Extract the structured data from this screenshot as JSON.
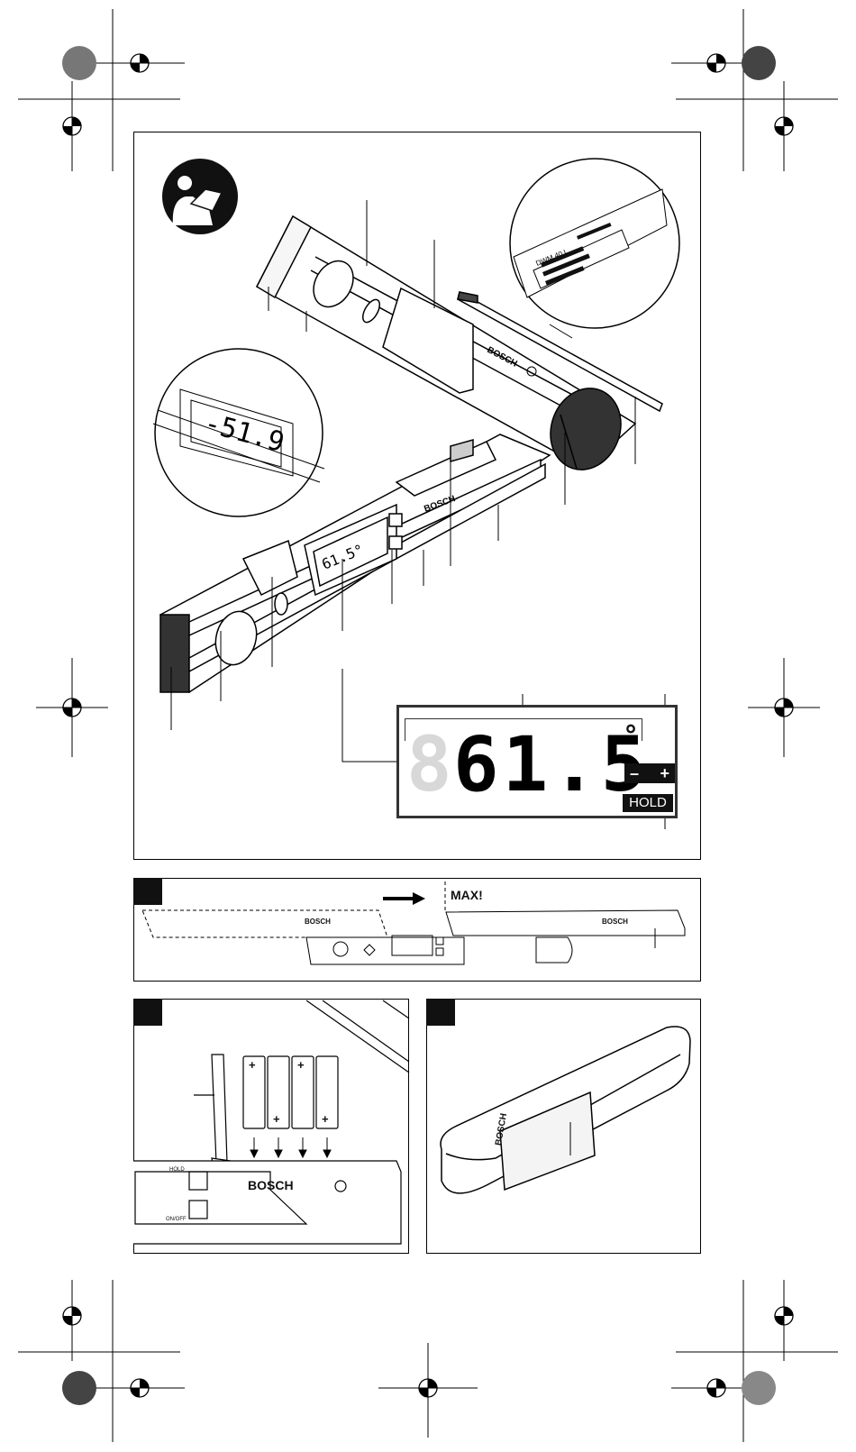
{
  "main_figure": {
    "display_closeup_reading": "-51.9",
    "tool_display_reading": "61.5°",
    "brand": "BOSCH",
    "label_model": "DWM 40 L"
  },
  "lcd": {
    "digits": "61.5",
    "degree": "°",
    "battery_minus": "–",
    "battery_plus": "+",
    "hold": "HOLD"
  },
  "fig_a": {
    "max_label": "MAX!",
    "brand_left": "BOSCH",
    "brand_right": "BOSCH"
  },
  "fig_b": {
    "brand": "BOSCH",
    "hold_label": "HOLD",
    "onoff_label": "ON/OFF",
    "plus": "+"
  },
  "fig_c": {
    "brand": "BOSCH"
  }
}
